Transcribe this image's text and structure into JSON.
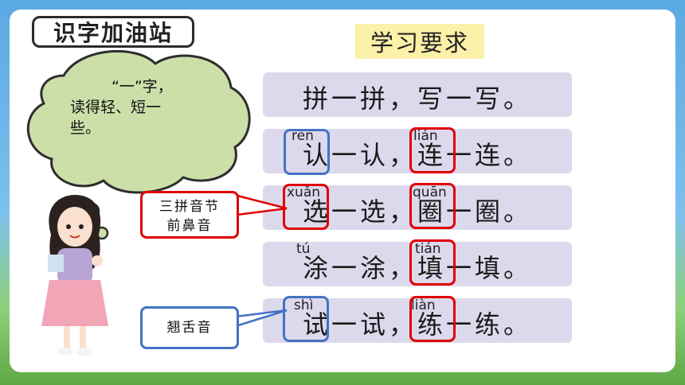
{
  "title": "识字加油站",
  "requirement": "学习要求",
  "thought": {
    "line1": "“一”字，",
    "line2": "读得轻、短一",
    "line3": "些。"
  },
  "rows": [
    {
      "text": "拼一拼，写一写。"
    },
    {
      "text": "认一认，连一连。",
      "pin1": "rèn",
      "pin2": "lián"
    },
    {
      "text": "选一选，圈一圈。",
      "pin1": "xuǎn",
      "pin2": "quān"
    },
    {
      "text": "涂一涂，填一填。",
      "pin1": "tú",
      "pin2": "tián"
    },
    {
      "text": "试一试，练一练。",
      "pin1": "shì",
      "pin2": "liàn"
    }
  ],
  "labels": {
    "three_line1": "三拼音节",
    "three_line2": "前鼻音",
    "retroflex": "翘舌音"
  },
  "colors": {
    "red_box": "#e00000",
    "blue_box": "#4472c4",
    "row_bg": "#dcd9ec",
    "req_bg": "#fcf1a8"
  }
}
